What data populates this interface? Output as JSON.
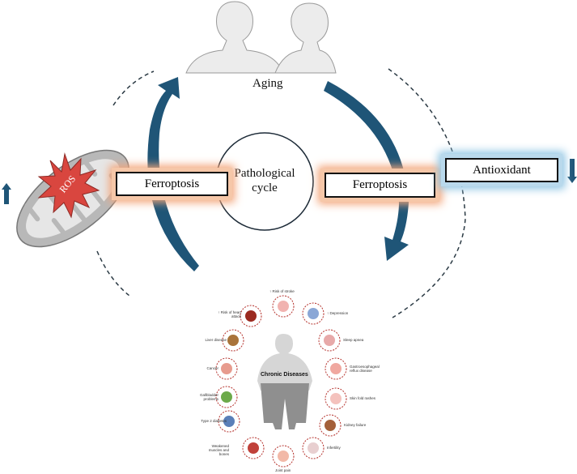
{
  "top": {
    "label": "Aging"
  },
  "center": {
    "label_line1": "Pathological",
    "label_line2": "cycle"
  },
  "left": {
    "ros_label": "ROS",
    "ferroptosis_label": "Ferroptosis",
    "arrow": "up"
  },
  "right": {
    "ferroptosis_label": "Ferroptosis",
    "antioxidant_label": "Antioxidant",
    "arrow": "down"
  },
  "chronic": {
    "title": "Chronic Diseases",
    "items": [
      "↑ Risk of stroke",
      "↑ Depression",
      "Sleep apnea",
      "Gastroesophageal reflux disease",
      "Skin fold rashes",
      "Kidney failure",
      "Infertility",
      "Joint pain",
      "Weakened muscles and bones",
      "Type 2 diabetes",
      "Gallbladder problems",
      "Cancer",
      "Liver disease",
      "↑ Risk of heart attack"
    ]
  },
  "colors": {
    "arrow": "#1f5577",
    "ferroptosis_glow": "#f3a57a",
    "antioxidant_glow": "#8cc3e2",
    "ros": "#d9463f",
    "disease_ring": "#b5322d"
  }
}
